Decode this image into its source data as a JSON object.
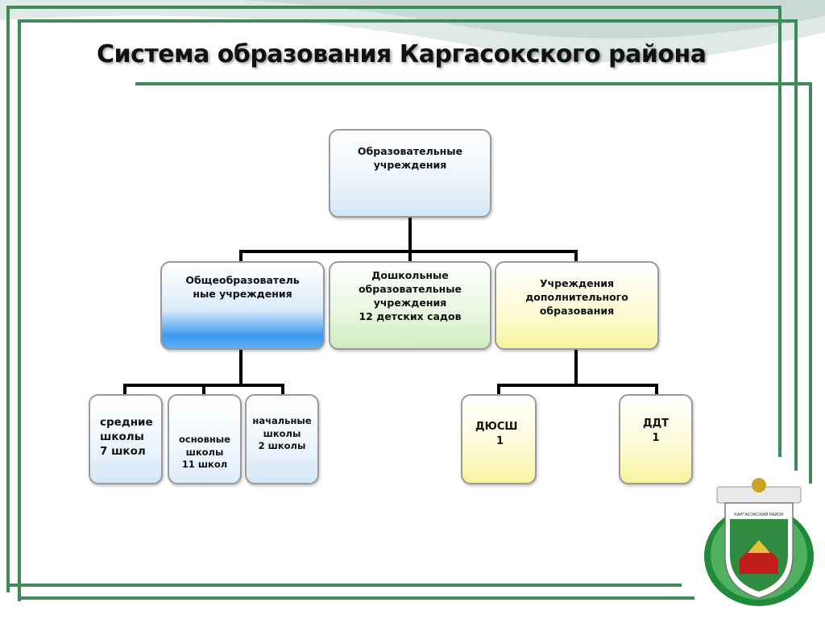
{
  "title": "Система образования Каргасокского района",
  "diagram": {
    "root": {
      "label": "Образовательные учреждения"
    },
    "level1": [
      {
        "label": "Общеобразовательные учреждения",
        "lines": [
          "Общеобразователь",
          "ные учреждения"
        ]
      },
      {
        "label": "Дошкольные образовательные учреждения 12 детских садов",
        "lines": [
          "Дошкольные",
          "образовательные",
          "учреждения",
          "12 детских садов"
        ]
      },
      {
        "label": "Учреждения дополнительного образования",
        "lines": [
          "Учреждения",
          "дополнительного",
          "образования"
        ]
      }
    ],
    "schools": [
      {
        "lines": [
          "средние",
          "школы",
          "7 школ"
        ]
      },
      {
        "lines": [
          "основные",
          "школы",
          "11 школ"
        ]
      },
      {
        "lines": [
          "начальные",
          "школы",
          "2 школы"
        ]
      }
    ],
    "additional": [
      {
        "lines": [
          "ДЮСШ",
          "1"
        ]
      },
      {
        "lines": [
          "ДДТ",
          "1"
        ]
      }
    ]
  },
  "emblem": {
    "text": "КАРГАСОКСКИЙ РАЙОН"
  },
  "colors": {
    "frame": "#3f8a5a",
    "connector": "#000000",
    "box_border": "#9a9a9a"
  }
}
